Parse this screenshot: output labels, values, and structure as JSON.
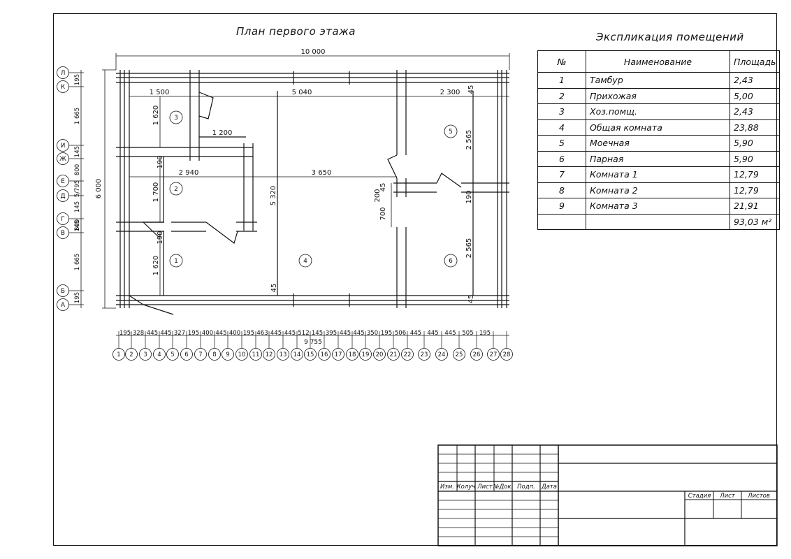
{
  "plan": {
    "title": "План первого этажа",
    "dims": {
      "overall_width": "10 000",
      "overall_height": "6 000",
      "top_left": "1 500",
      "top_mid": "5 040",
      "top_right": "2 300",
      "corridor": "1 200",
      "mid_left": "2 940",
      "mid_right": "3 650",
      "v_room3": "1 620",
      "v_room2": "1 700",
      "v_room1": "1 620",
      "v_room4": "5 320",
      "v_room5": "2 565",
      "v_room6": "2 565",
      "v_200": "200",
      "v_700": "700",
      "v_45a": "45",
      "v_45b": "45",
      "v_45c": "45",
      "v_45d": "45",
      "v_190a": "190",
      "v_190b": "190",
      "v_190c": "190",
      "total_bottom": "9 755"
    },
    "rooms": [
      "1",
      "2",
      "3",
      "4",
      "5",
      "6"
    ],
    "left_axes": [
      "Л",
      "К",
      "И",
      "Ж",
      "Е",
      "Д",
      "Г",
      "В",
      "Б",
      "А"
    ],
    "left_dims": [
      "195",
      "1 665",
      "145",
      "800",
      "5/795",
      "145",
      "800",
      "145",
      "1 665",
      "195"
    ],
    "bottom_axes": [
      "1",
      "2",
      "3",
      "4",
      "5",
      "6",
      "7",
      "8",
      "9",
      "10",
      "11",
      "12",
      "13",
      "14",
      "15",
      "16",
      "17",
      "18",
      "19",
      "20",
      "21",
      "22",
      "23",
      "24",
      "25",
      "26",
      "27",
      "28"
    ],
    "bottom_dims": [
      "195",
      "328",
      "445",
      "445",
      "327",
      "195",
      "400",
      "445",
      "400",
      "195",
      "463",
      "445",
      "445",
      "512",
      "145",
      "395",
      "445",
      "445",
      "350",
      "195",
      "506",
      "445",
      "445",
      "445",
      "505",
      "195"
    ]
  },
  "explication": {
    "title": "Экспликация помещений",
    "headers": [
      "№",
      "Наименование",
      "Площадь"
    ],
    "rows": [
      {
        "n": "1",
        "name": "Тамбур",
        "area": "2,43"
      },
      {
        "n": "2",
        "name": "Прихожая",
        "area": "5,00"
      },
      {
        "n": "3",
        "name": "Хоз.помщ.",
        "area": "2,43"
      },
      {
        "n": "4",
        "name": "Общая комната",
        "area": "23,88"
      },
      {
        "n": "5",
        "name": "Моечная",
        "area": "5,90"
      },
      {
        "n": "6",
        "name": "Парная",
        "area": "5,90"
      },
      {
        "n": "7",
        "name": "Комната 1",
        "area": "12,79"
      },
      {
        "n": "8",
        "name": "Комната 2",
        "area": "12,79"
      },
      {
        "n": "9",
        "name": "Комната 3",
        "area": "21,91"
      }
    ],
    "total": "93,03 м²"
  },
  "stamp": {
    "columns": [
      "Изм.",
      "Колуч",
      "Лист",
      "№Док.",
      "Подп.",
      "Дата"
    ],
    "stage": "Стадия",
    "sheet": "Лист",
    "sheets": "Листов"
  }
}
